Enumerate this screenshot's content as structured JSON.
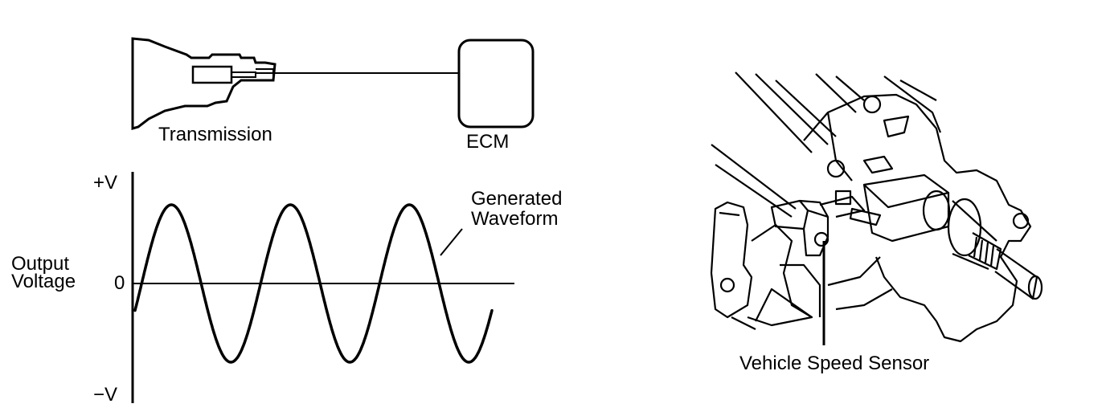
{
  "colors": {
    "ink": "#000000",
    "background": "#ffffff"
  },
  "diagram": {
    "labels": {
      "transmission": "Transmission",
      "ecm": "ECM",
      "plus_v": "+V",
      "minus_v": "−V",
      "zero": "0",
      "y_axis_line1": "Output",
      "y_axis_line2": "Voltage",
      "waveform_line1": "Generated",
      "waveform_line2": "Waveform",
      "sensor": "Vehicle Speed Sensor"
    },
    "waveform": {
      "cycles": 3,
      "shape": "sine"
    }
  }
}
